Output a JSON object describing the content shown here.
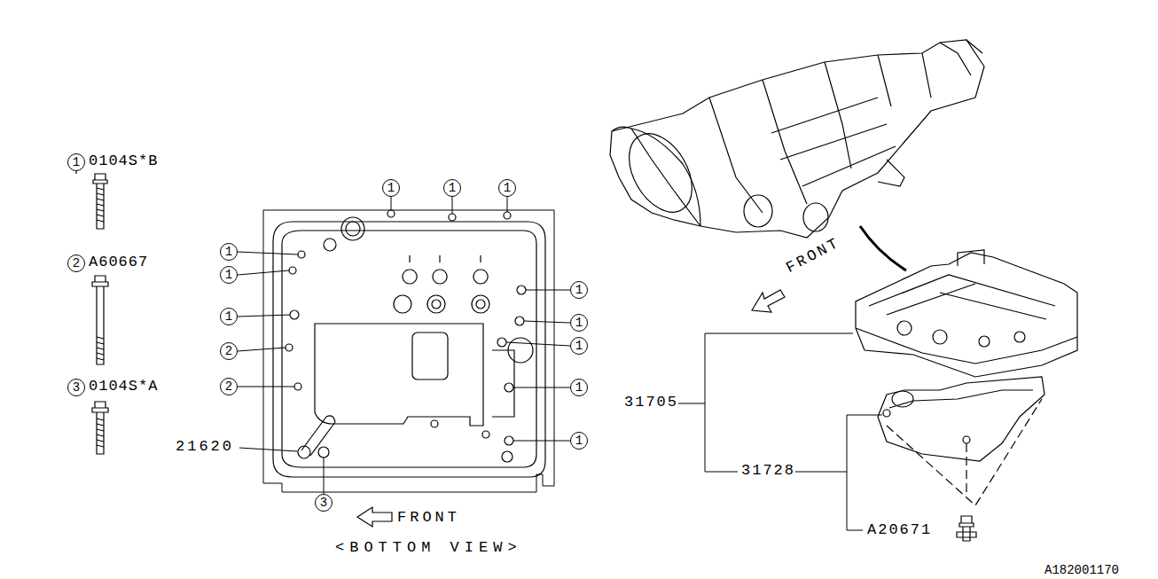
{
  "diagram": {
    "nodes": [
      {
        "text": [
          "1"
        ]
      },
      {
        "text": [
          "2"
        ]
      },
      {
        "text": [
          "3"
        ]
      },
      {
        "text": [
          "1"
        ]
      },
      {
        "text": [
          "1"
        ]
      },
      {
        "text": [
          "1"
        ]
      },
      {
        "text": [
          "1"
        ]
      },
      {
        "text": [
          "1"
        ]
      },
      {
        "text": [
          "1"
        ]
      },
      {
        "text": [
          "2"
        ]
      },
      {
        "text": [
          "2"
        ]
      },
      {
        "text": [
          "1"
        ]
      },
      {
        "text": [
          "1"
        ]
      },
      {
        "text": [
          "1"
        ]
      },
      {
        "text": [
          "1"
        ]
      },
      {
        "text": [
          "1"
        ]
      },
      {
        "text": [
          "3"
        ]
      }
    ],
    "labels": [
      "0104S*B",
      "A60667",
      "0104S*A",
      "21620",
      "FRONT",
      "<BOTTOM VIEW>",
      "FRONT",
      "31705",
      "31728",
      "A20671",
      "A182001170"
    ]
  }
}
